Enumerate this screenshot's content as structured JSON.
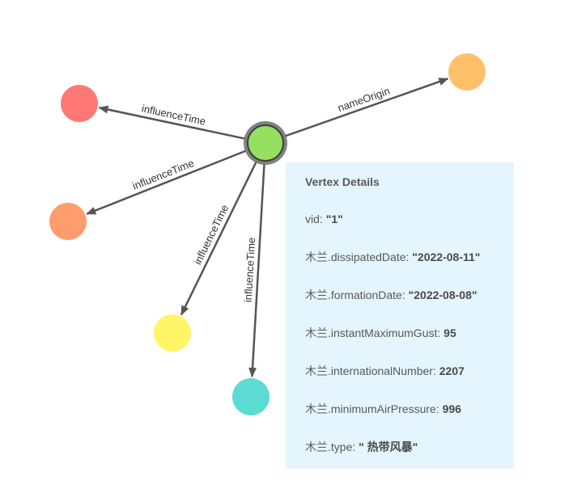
{
  "graph": {
    "nodes": [
      {
        "id": "center",
        "color": "#95e05f",
        "ring_color": "#6b6b6b",
        "selected": true
      },
      {
        "id": "n-red",
        "color": "#ff7875"
      },
      {
        "id": "n-orange",
        "color": "#ff9c6e"
      },
      {
        "id": "n-yellow",
        "color": "#fff566"
      },
      {
        "id": "n-teal",
        "color": "#5cdbd3"
      },
      {
        "id": "n-gold",
        "color": "#ffc069"
      }
    ],
    "edges": [
      {
        "from": "center",
        "to": "n-red",
        "label": "influenceTime"
      },
      {
        "from": "center",
        "to": "n-orange",
        "label": "influenceTime"
      },
      {
        "from": "center",
        "to": "n-yellow",
        "label": "influenceTime"
      },
      {
        "from": "center",
        "to": "n-teal",
        "label": "influenceTime"
      },
      {
        "from": "center",
        "to": "n-gold",
        "label": "nameOrigin"
      }
    ],
    "edge_color": "#555555"
  },
  "details": {
    "title": "Vertex Details",
    "rows": [
      {
        "key": "vid: ",
        "value": "\"1\""
      },
      {
        "key": "木兰.dissipatedDate: ",
        "value": "\"2022-08-11\""
      },
      {
        "key": "木兰.formationDate: ",
        "value": "\"2022-08-08\""
      },
      {
        "key": "木兰.instantMaximumGust: ",
        "value": "95"
      },
      {
        "key": "木兰.internationalNumber: ",
        "value": "2207"
      },
      {
        "key": "木兰.minimumAirPressure: ",
        "value": "996"
      },
      {
        "key": "木兰.type: ",
        "value": "\" 热带风暴\""
      }
    ]
  }
}
